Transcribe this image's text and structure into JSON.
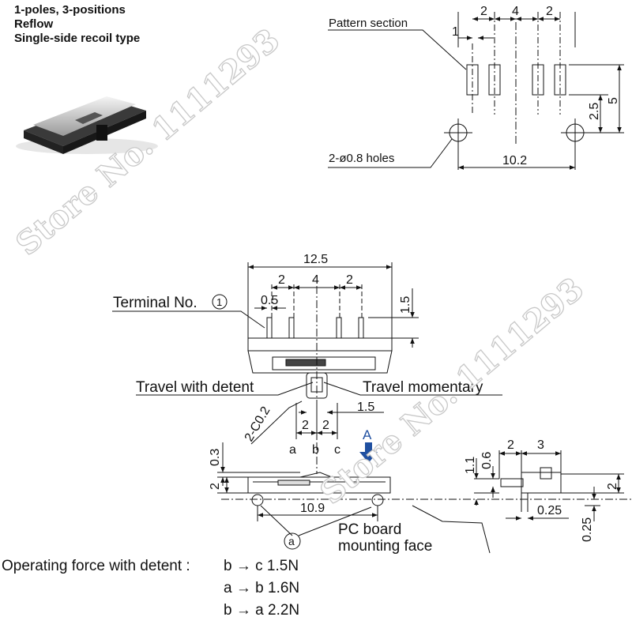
{
  "header": {
    "line1": "1-poles, 3-positions",
    "line2": "Reflow",
    "line3": "Single-side recoil type"
  },
  "pattern": {
    "label": "Pattern section",
    "holes_label": "2-ø0.8 holes",
    "dims": {
      "pad_width": "1",
      "pitch_left": "2",
      "pitch_center": "4",
      "pitch_right": "2",
      "offset": "2.5",
      "height": "5",
      "hole_span": "10.2"
    }
  },
  "front_view": {
    "terminal_label": "Terminal No.",
    "terminal_no": "1",
    "travel_detent": "Travel with detent",
    "travel_momentary": "Travel momentary",
    "chamfer": "2-C0.2",
    "dims": {
      "overall": "12.5",
      "pitch_left": "2",
      "pitch_center": "4",
      "pitch_right": "2",
      "terminal_width": "0.5",
      "terminal_length": "1.5",
      "lever_width": "1.5",
      "travel_left": "2",
      "travel_right": "2"
    },
    "positions": [
      "a",
      "b",
      "c"
    ],
    "direction_label": "A"
  },
  "bottom_view": {
    "dims": {
      "top_offset": "0.3",
      "height": "2",
      "boss_span": "10.9"
    },
    "boss_label": "a",
    "board_label_line1": "PC board",
    "board_label_line2": "mounting face"
  },
  "side_view": {
    "dims": {
      "a": "2",
      "b": "3",
      "c": "1.1",
      "d": "0.6",
      "e": "0.25",
      "f": "0.25",
      "g": "2"
    }
  },
  "operating_force": {
    "title": "Operating force with detent :",
    "rows": [
      {
        "from": "b",
        "to": "c",
        "value": "1.5N"
      },
      {
        "from": "a",
        "to": "b",
        "value": "1.6N"
      },
      {
        "from": "b",
        "to": "a",
        "value": "2.2N"
      }
    ]
  },
  "watermarks": [
    {
      "text": "Store No. 1111293"
    },
    {
      "text": "Store No. 1111293"
    }
  ],
  "colors": {
    "arrow": "#1f4fa0",
    "line": "#111111",
    "watermark": "#c8c8c8"
  }
}
